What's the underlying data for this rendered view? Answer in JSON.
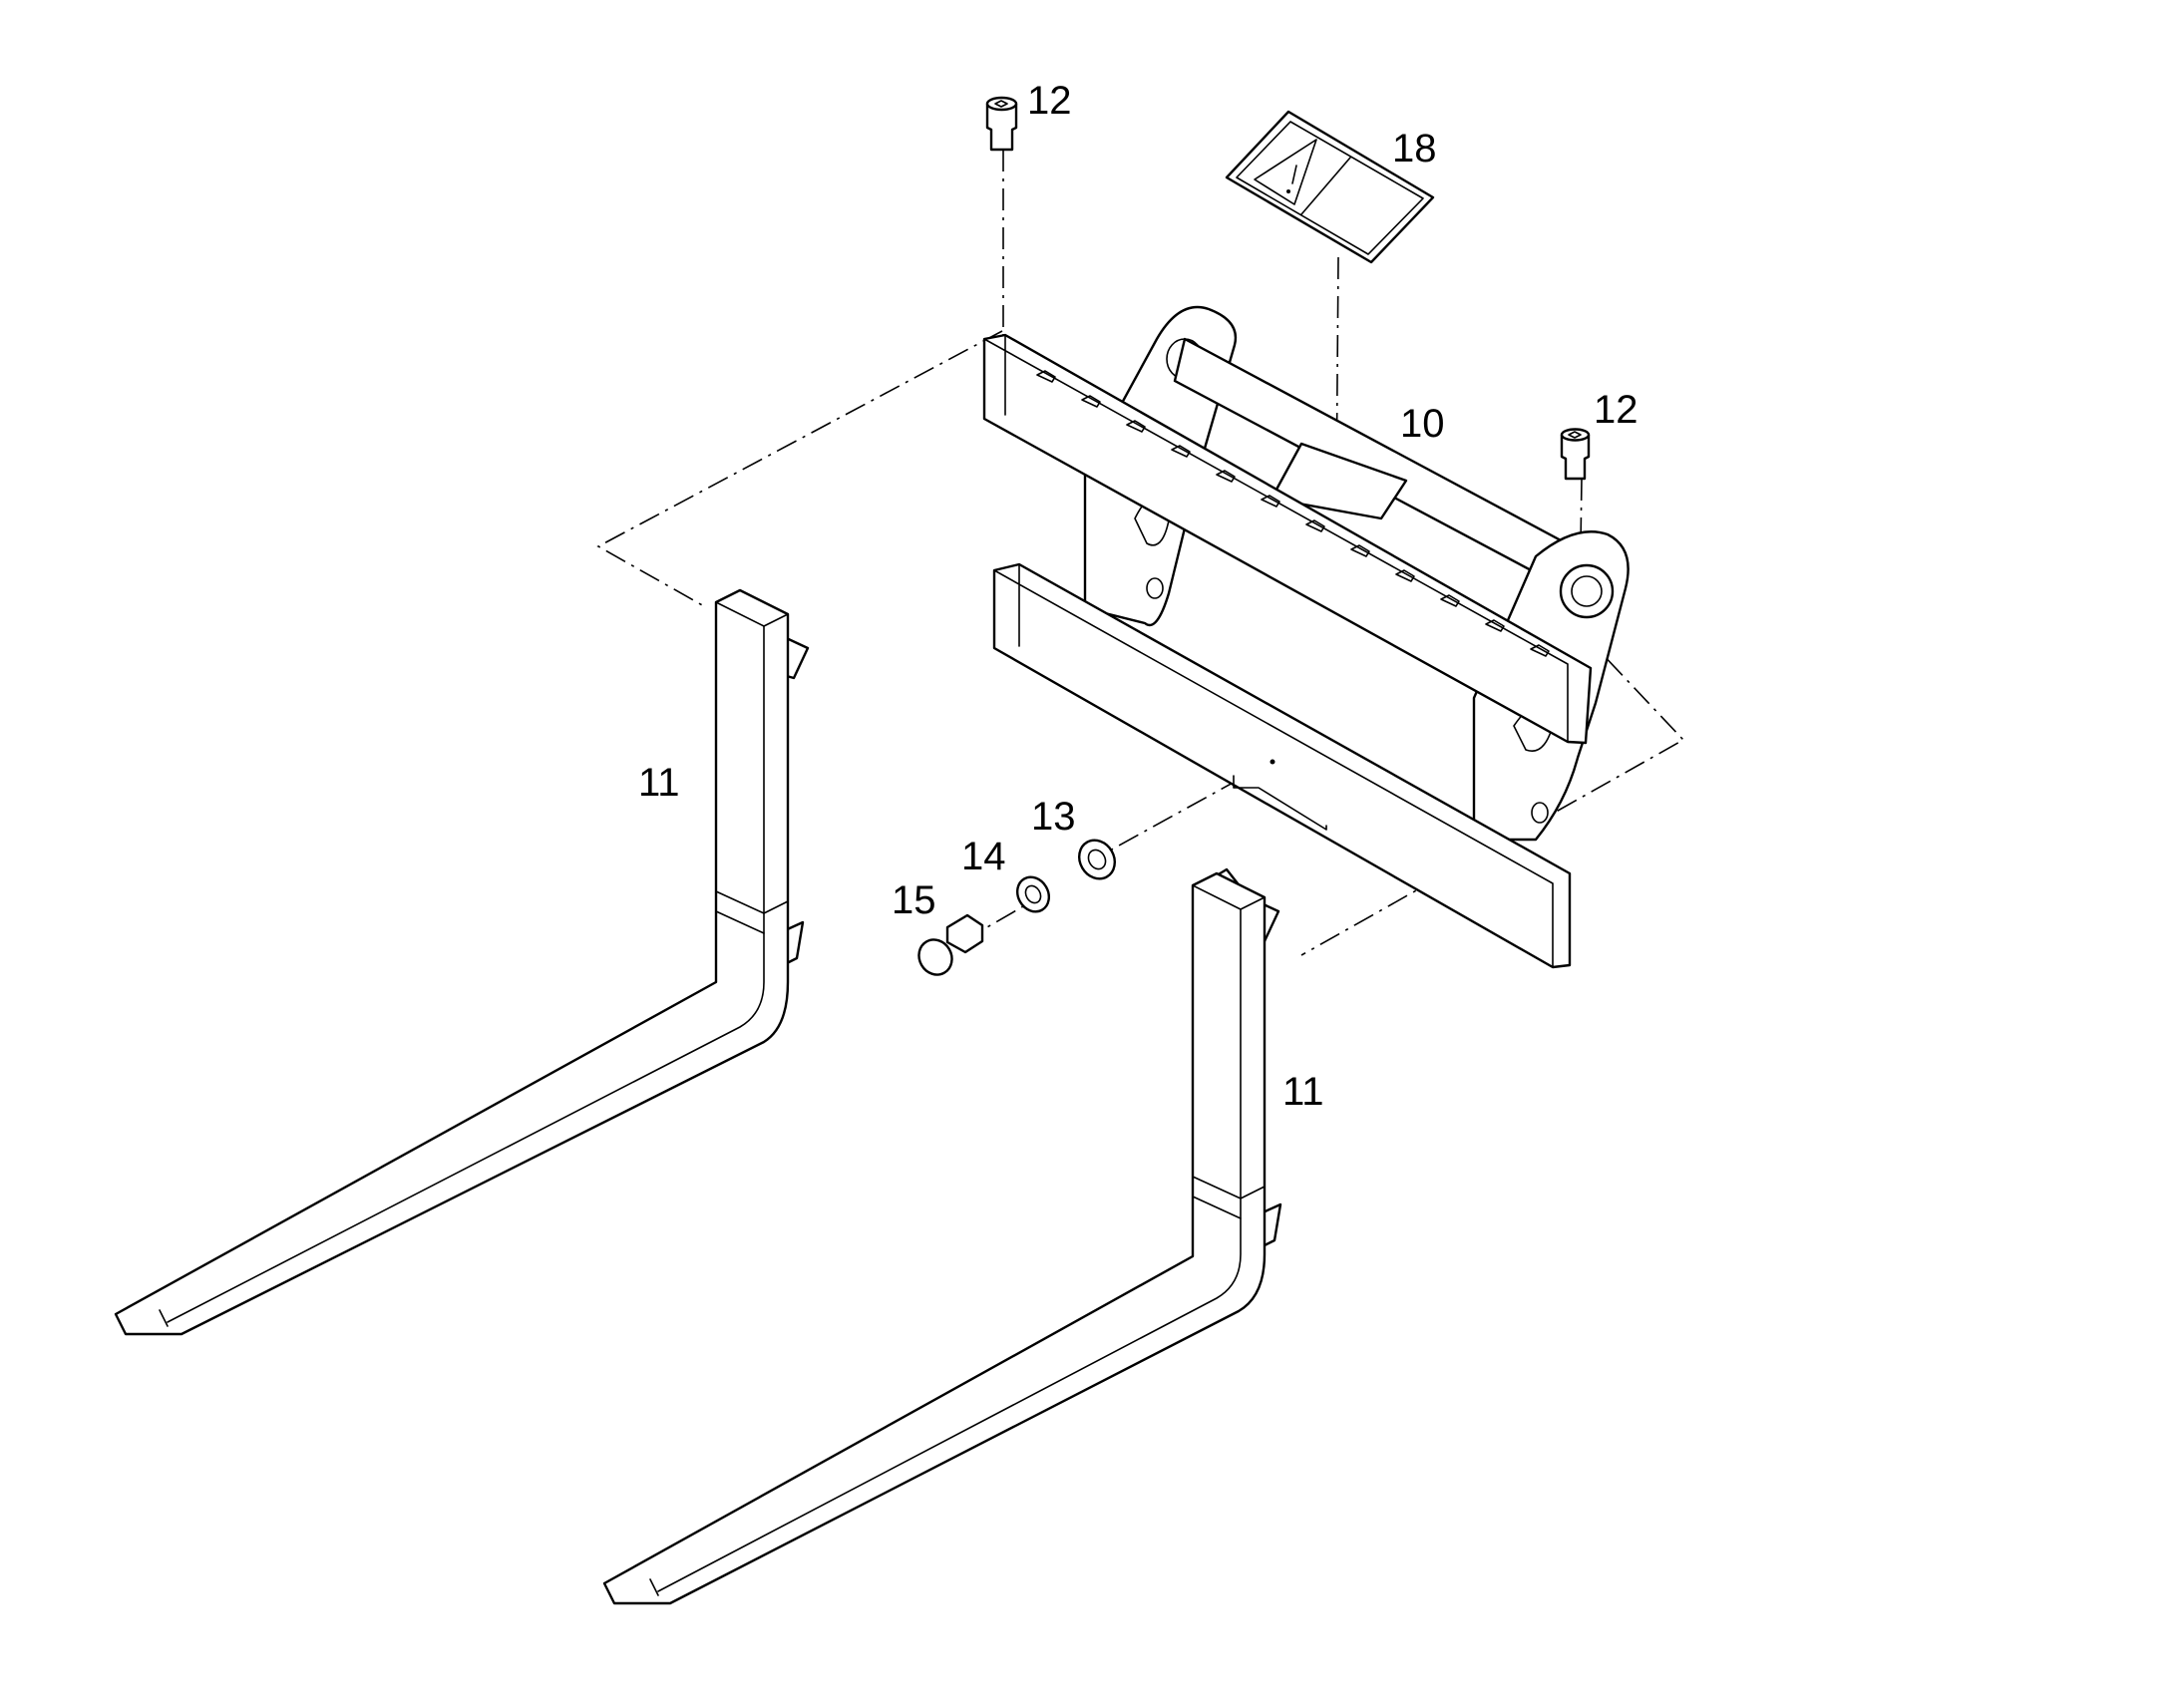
{
  "callouts": {
    "carriage": "10",
    "fork_left": "11",
    "fork_right": "11",
    "screw_left": "12",
    "screw_right": "12",
    "washer": "13",
    "lock_washer": "14",
    "bolt": "15",
    "warning_label": "18"
  },
  "colors": {
    "line": "#000000",
    "background": "#ffffff"
  },
  "icons": [
    "warning-triangle-icon"
  ]
}
